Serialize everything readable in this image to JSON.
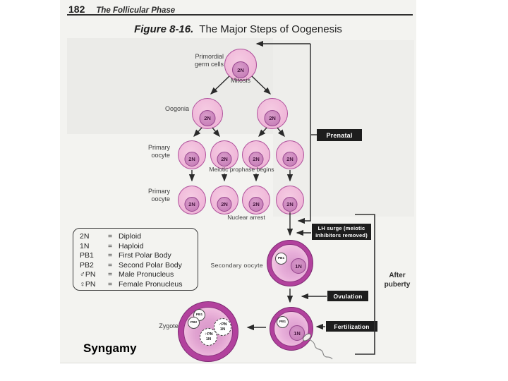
{
  "page": {
    "number": "182",
    "header": "The Follicular Phase"
  },
  "figure": {
    "label": "Figure 8-16.",
    "title": "The Major Steps of Oogenesis"
  },
  "stages": {
    "primordial_line1": "Primordial",
    "primordial_line2": "germ cells",
    "mitosis": "Mitosis",
    "oogonia": "Oogonia",
    "primary_line1": "Primary",
    "primary_line2": "oocyte",
    "meiotic_prophase": "Meiotic prophase begins",
    "nuclear_arrest": "Nuclear arrest",
    "secondary_oocyte": "Secondary oocyte",
    "zygote": "Zygote"
  },
  "callouts": {
    "prenatal": "Prenatal",
    "lh_surge_line1": "LH surge (meiotic",
    "lh_surge_line2": "inhibitors removed)",
    "ovulation": "Ovulation",
    "fertilization": "Fertilization",
    "after_puberty_line1": "After",
    "after_puberty_line2": "puberty"
  },
  "cells": {
    "n2": "2N",
    "n1": "1N",
    "pb1": "PB1",
    "pb2": "PB2",
    "male_pn": "♂PN",
    "female_pn": "♀PN"
  },
  "legend": {
    "eq": "=",
    "rows": [
      {
        "term": "2N",
        "def": "Diploid"
      },
      {
        "term": "1N",
        "def": "Haploid"
      },
      {
        "term": "PB1",
        "def": "First Polar Body"
      },
      {
        "term": "PB2",
        "def": "Second Polar Body"
      },
      {
        "term": "♂PN",
        "def": "Male Pronucleus"
      },
      {
        "term": "♀PN",
        "def": "Female Pronucleus"
      }
    ]
  },
  "caption": {
    "syngamy": "Syngamy"
  },
  "colors": {
    "cell_fill": "#efb6d8",
    "cell_border": "#b0519c",
    "nucleus_fill": "#c77fb8",
    "ring_fill": "#b2419d",
    "callout_bg": "#1d1d1d",
    "scan_bg": "#f3f3f0",
    "line": "#2a2a2a"
  }
}
